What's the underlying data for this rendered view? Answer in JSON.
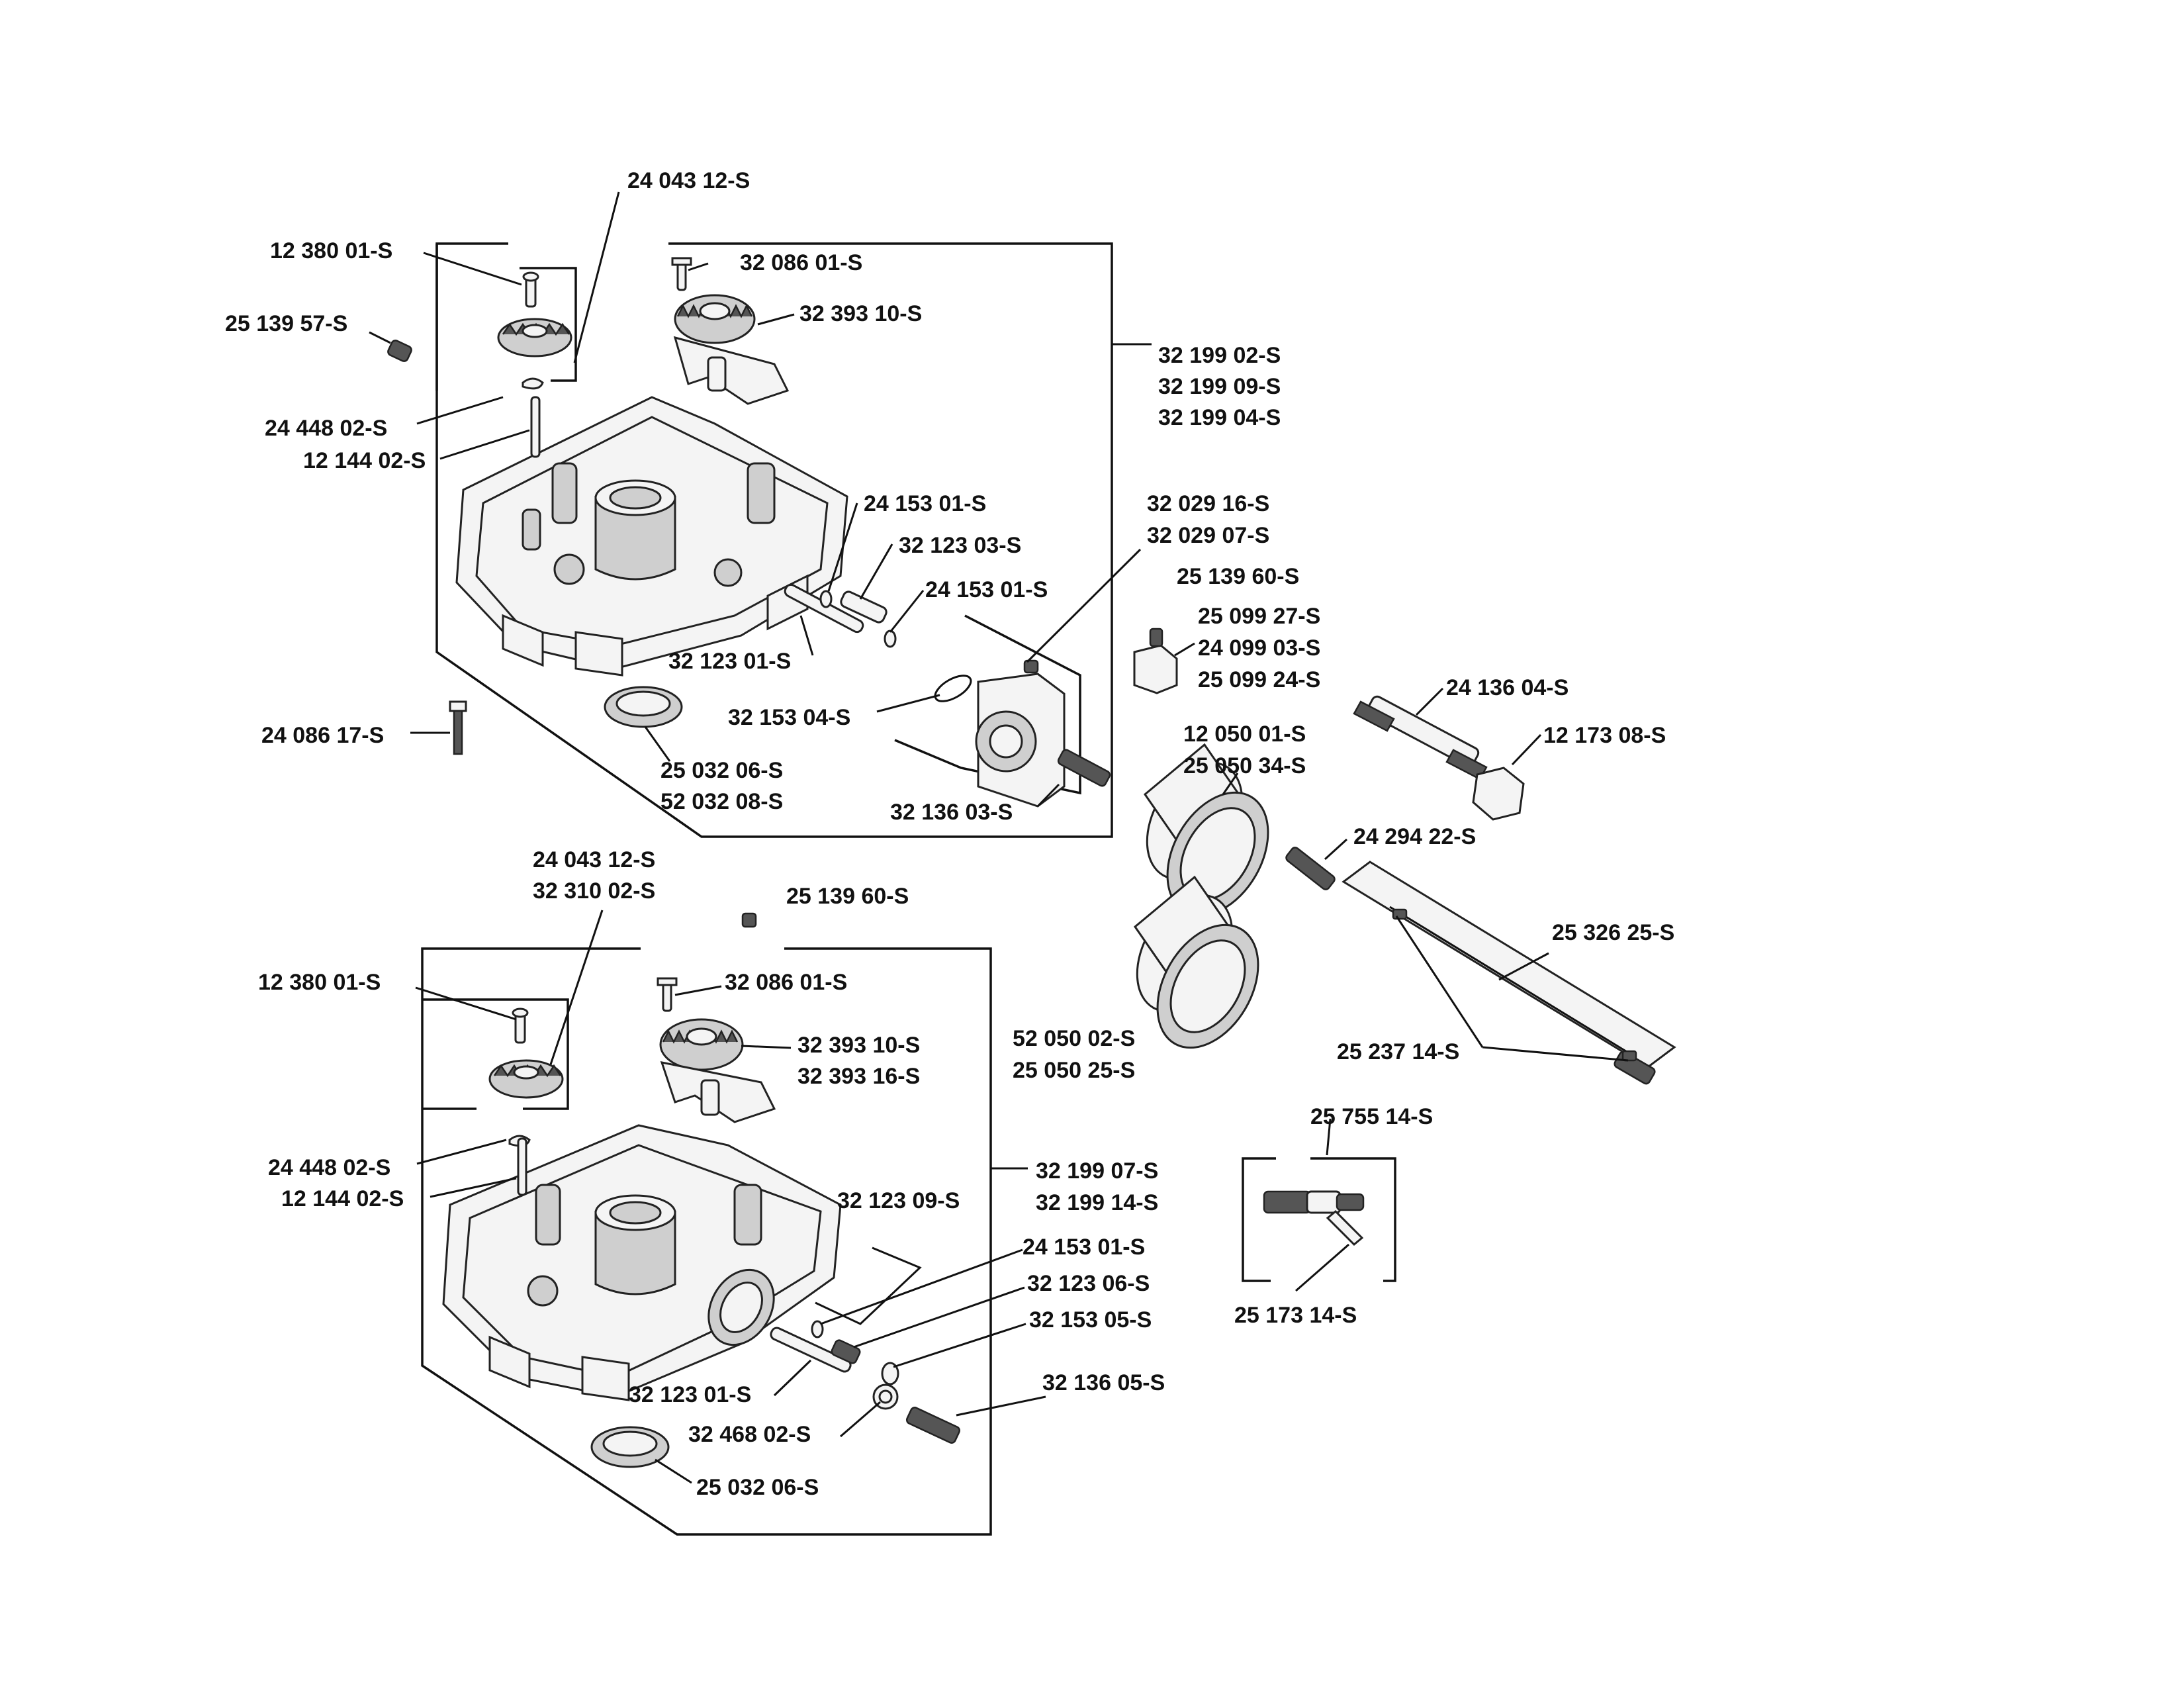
{
  "upper_assembly": {
    "box_labels": [
      "32 199 02-S",
      "32 199 09-S",
      "32 199 04-S"
    ],
    "parts": {
      "pin_shaft": "12 380 01-S",
      "governor_gear": "24 043 12-S",
      "set_screw": "25 139 57-S",
      "washer": "24 448 02-S",
      "pin": "12 144 02-S",
      "bolt_top": "32 086 01-S",
      "pump_gear_assy": "32 393 10-S",
      "oring_a": "24 153 01-S",
      "shaft_a": "32 123 03-S",
      "oring_b": "24 153 01-S",
      "shaft_b": "32 123 01-S",
      "oil_seal": [
        "25 032 06-S",
        "52 032 08-S"
      ],
      "bolt_side": "24 086 17-S",
      "filter_adapter": [
        "32 029 16-S",
        "32 029 07-S"
      ],
      "plug": "25 139 60-S",
      "adapter_oring": "32 153 04-S",
      "fitting": "32 136 03-S"
    }
  },
  "lower_assembly": {
    "box_labels": [
      "32 199 07-S",
      "32 199 14-S"
    ],
    "parts": {
      "governor_gear": [
        "24 043 12-S",
        "32 310 02-S"
      ],
      "plug": "25 139 60-S",
      "pin_shaft": "12 380 01-S",
      "bolt_top": "32 086 01-S",
      "pump_gear_assy": [
        "32 393 10-S",
        "32 393 16-S"
      ],
      "washer": "24 448 02-S",
      "pin": "12 144 02-S",
      "shaft_group": "32 123 09-S",
      "oring": "24 153 01-S",
      "shaft_a": "32 123 06-S",
      "oring_b": "32 153 05-S",
      "fitting": "32 136 05-S",
      "shaft_b": "32 123 01-S",
      "gasket": "32 468 02-S",
      "oil_seal": "25 032 06-S"
    }
  },
  "loose_parts": {
    "sensor": [
      "25 099 27-S",
      "24 099 03-S",
      "25 099 24-S"
    ],
    "nipple": "24 136 04-S",
    "cap": "12 173 08-S",
    "filter_upper": [
      "12 050 01-S",
      "25 050 34-S"
    ],
    "hose_barb": "24 294 22-S",
    "hose": "25 326 25-S",
    "hose_clamps": "25 237 14-S",
    "filter_lower": [
      "52 050 02-S",
      "25 050 25-S"
    ],
    "drain_valve_kit": "25 755 14-S",
    "drain_valve": "25 173 14-S"
  }
}
